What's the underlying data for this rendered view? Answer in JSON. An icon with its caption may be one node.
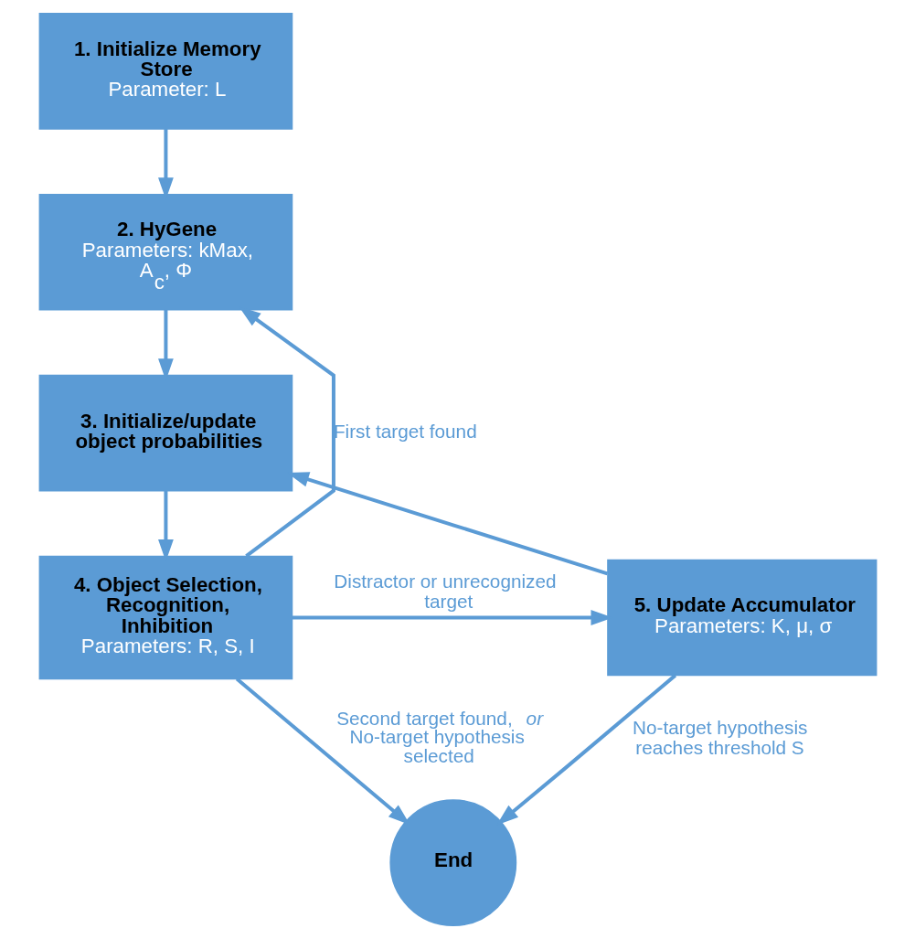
{
  "diagram": {
    "nodes": [
      {
        "text": [
          "1. Initialize Memory Store",
          "Parameter: L"
        ]
      },
      {
        "text": [
          "2. HyGene",
          "Parameters: kMax, A$_{c}$, Φ"
        ]
      },
      {
        "text": [
          "3. Initialize/update object probabilities"
        ]
      },
      {
        "text": [
          "4. Object Selection, Recognition, Inhibition",
          "Parameters: R, S, I"
        ]
      },
      {
        "text": [
          "5. Update Accumulator",
          "Parameters: K, μ, σ"
        ]
      },
      {
        "text": [
          "End"
        ]
      }
    ],
    "edges": [
      {
        "from": 0,
        "to": 1,
        "arrow": "to"
      },
      {
        "from": 1,
        "to": 2,
        "arrow": "to"
      },
      {
        "from": 2,
        "to": 3,
        "arrow": "to"
      },
      {
        "from": 3,
        "to": 1,
        "arrow": "to",
        "label": "First target found"
      },
      {
        "from": 3,
        "to": 4,
        "arrow": "to",
        "label": "Distractor or unrecognized target"
      },
      {
        "from": 4,
        "to": 2,
        "arrow": "to"
      },
      {
        "from": 3,
        "to": 5,
        "arrow": "to",
        "label": "Second target found, *or* No-target hypothesis selected"
      },
      {
        "from": 4,
        "to": 5,
        "arrow": "to",
        "label": "No-target hypothesis reaches threshold S"
      }
    ]
  }
}
